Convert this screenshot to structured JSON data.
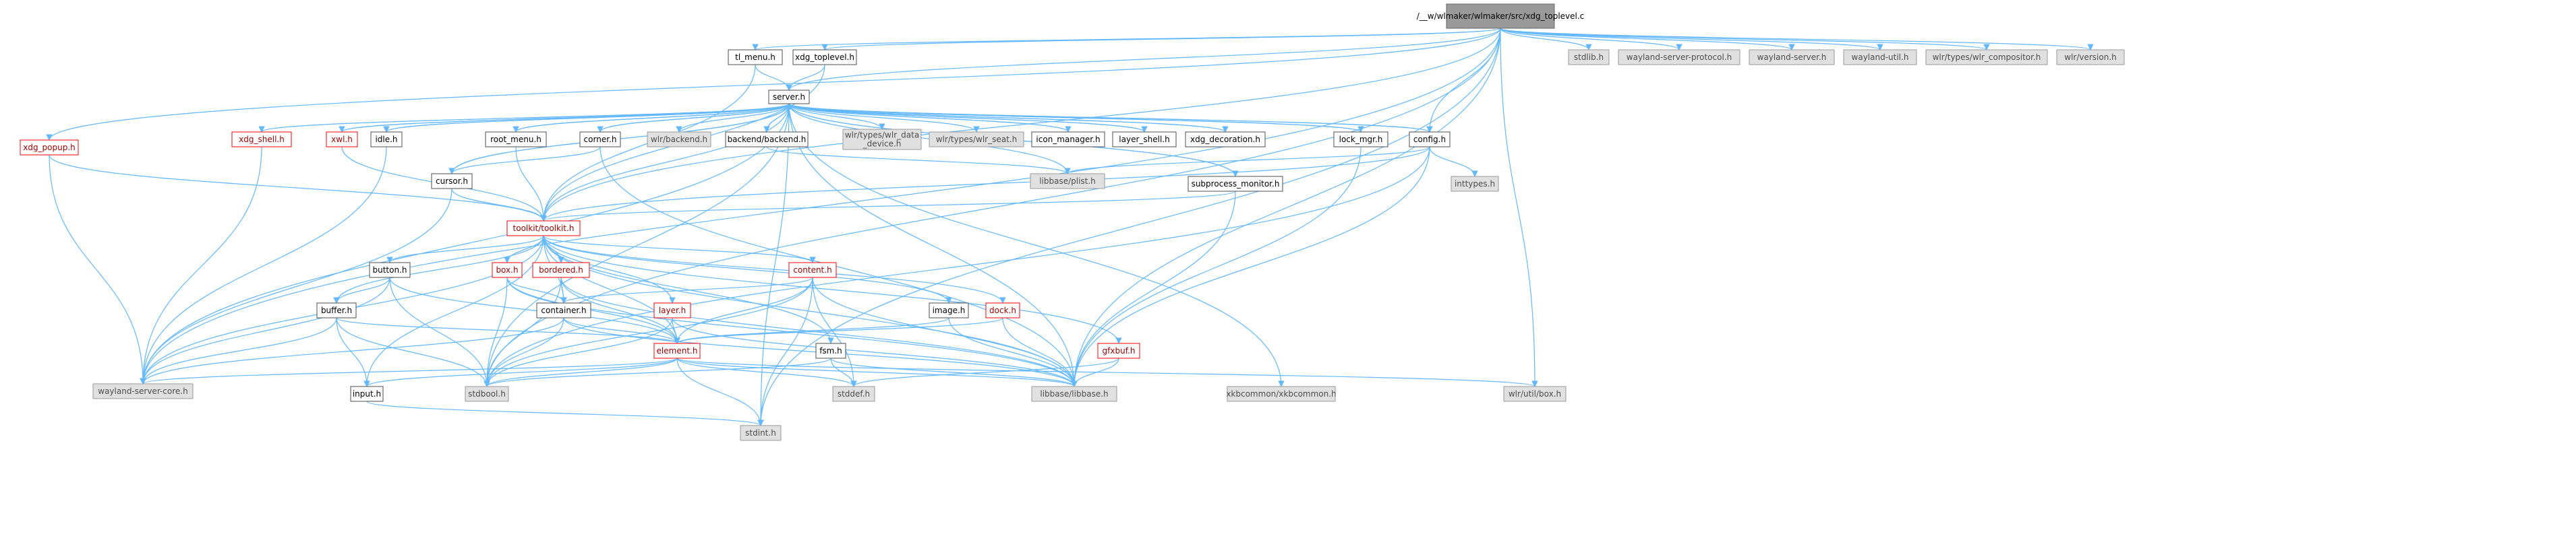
{
  "colors": {
    "edge": "#63b8ff",
    "node_border": "#4d4d4d",
    "external_fill": "#e0e0e0",
    "root_fill": "#999999",
    "red_border": "#ff0000"
  },
  "nodes": [
    {
      "id": "root",
      "label": "/__w/wlmaker/wlmaker/src/xdg_toplevel.c",
      "kind": "root"
    },
    {
      "id": "tl_menu",
      "label": "tl_menu.h",
      "kind": "normal"
    },
    {
      "id": "xdg_toplevel",
      "label": "xdg_toplevel.h",
      "kind": "normal"
    },
    {
      "id": "server",
      "label": "server.h",
      "kind": "normal"
    },
    {
      "id": "stdlib",
      "label": "stdlib.h",
      "kind": "ext"
    },
    {
      "id": "wl_server_protocol",
      "label": "wayland-server-protocol.h",
      "kind": "ext"
    },
    {
      "id": "wl_server",
      "label": "wayland-server.h",
      "kind": "ext"
    },
    {
      "id": "wl_util",
      "label": "wayland-util.h",
      "kind": "ext"
    },
    {
      "id": "wlr_compositor",
      "label": "wlr/types/wlr_compositor.h",
      "kind": "ext"
    },
    {
      "id": "wlr_version",
      "label": "wlr/version.h",
      "kind": "ext"
    },
    {
      "id": "xdg_popup",
      "label": "xdg_popup.h",
      "kind": "red"
    },
    {
      "id": "xdg_shell",
      "label": "xdg_shell.h",
      "kind": "red"
    },
    {
      "id": "xwl",
      "label": "xwl.h",
      "kind": "red"
    },
    {
      "id": "idle",
      "label": "idle.h",
      "kind": "normal"
    },
    {
      "id": "root_menu",
      "label": "root_menu.h",
      "kind": "normal"
    },
    {
      "id": "corner",
      "label": "corner.h",
      "kind": "normal"
    },
    {
      "id": "wlr_backend",
      "label": "wlr/backend.h",
      "kind": "ext"
    },
    {
      "id": "backend",
      "label": "backend/backend.h",
      "kind": "normal"
    },
    {
      "id": "wlr_data_device",
      "label": "wlr/types/wlr_data\n_device.h",
      "kind": "ext"
    },
    {
      "id": "wlr_seat",
      "label": "wlr/types/wlr_seat.h",
      "kind": "ext"
    },
    {
      "id": "icon_manager",
      "label": "icon_manager.h",
      "kind": "normal"
    },
    {
      "id": "layer_shell",
      "label": "layer_shell.h",
      "kind": "normal"
    },
    {
      "id": "xdg_decoration",
      "label": "xdg_decoration.h",
      "kind": "normal"
    },
    {
      "id": "lock_mgr",
      "label": "lock_mgr.h",
      "kind": "normal"
    },
    {
      "id": "config",
      "label": "config.h",
      "kind": "normal"
    },
    {
      "id": "cursor",
      "label": "cursor.h",
      "kind": "normal"
    },
    {
      "id": "plist",
      "label": "libbase/plist.h",
      "kind": "ext"
    },
    {
      "id": "subprocess",
      "label": "subprocess_monitor.h",
      "kind": "normal"
    },
    {
      "id": "inttypes",
      "label": "inttypes.h",
      "kind": "ext"
    },
    {
      "id": "toolkit",
      "label": "toolkit/toolkit.h",
      "kind": "red"
    },
    {
      "id": "button",
      "label": "button.h",
      "kind": "normal"
    },
    {
      "id": "box",
      "label": "box.h",
      "kind": "red"
    },
    {
      "id": "bordered",
      "label": "bordered.h",
      "kind": "red"
    },
    {
      "id": "content",
      "label": "content.h",
      "kind": "red"
    },
    {
      "id": "buffer",
      "label": "buffer.h",
      "kind": "normal"
    },
    {
      "id": "container",
      "label": "container.h",
      "kind": "normal"
    },
    {
      "id": "layer",
      "label": "layer.h",
      "kind": "red"
    },
    {
      "id": "image",
      "label": "image.h",
      "kind": "normal"
    },
    {
      "id": "dock",
      "label": "dock.h",
      "kind": "red"
    },
    {
      "id": "element",
      "label": "element.h",
      "kind": "red"
    },
    {
      "id": "fsm",
      "label": "fsm.h",
      "kind": "normal"
    },
    {
      "id": "gfxbuf",
      "label": "gfxbuf.h",
      "kind": "red"
    },
    {
      "id": "wl_server_core",
      "label": "wayland-server-core.h",
      "kind": "ext"
    },
    {
      "id": "input",
      "label": "input.h",
      "kind": "normal"
    },
    {
      "id": "stdbool",
      "label": "stdbool.h",
      "kind": "ext"
    },
    {
      "id": "stddef",
      "label": "stddef.h",
      "kind": "ext"
    },
    {
      "id": "libbase",
      "label": "libbase/libbase.h",
      "kind": "ext"
    },
    {
      "id": "xkbcommon",
      "label": "xkbcommon/xkbcommon.h",
      "kind": "ext"
    },
    {
      "id": "wlr_box",
      "label": "wlr/util/box.h",
      "kind": "ext"
    },
    {
      "id": "stdint",
      "label": "stdint.h",
      "kind": "ext"
    }
  ],
  "edges": [
    [
      "root",
      "tl_menu"
    ],
    [
      "root",
      "xdg_toplevel"
    ],
    [
      "root",
      "server"
    ],
    [
      "root",
      "stdlib"
    ],
    [
      "root",
      "wl_server_protocol"
    ],
    [
      "root",
      "wl_server"
    ],
    [
      "root",
      "wl_util"
    ],
    [
      "root",
      "wlr_compositor"
    ],
    [
      "root",
      "wlr_version"
    ],
    [
      "root",
      "xdg_popup"
    ],
    [
      "root",
      "toolkit"
    ],
    [
      "root",
      "wl_server_core"
    ],
    [
      "root",
      "stdbool"
    ],
    [
      "root",
      "config"
    ],
    [
      "root",
      "libbase"
    ],
    [
      "root",
      "wlr_box"
    ],
    [
      "root",
      "stdint"
    ],
    [
      "tl_menu",
      "server"
    ],
    [
      "tl_menu",
      "toolkit"
    ],
    [
      "xdg_toplevel",
      "server"
    ],
    [
      "xdg_toplevel",
      "toolkit"
    ],
    [
      "xdg_popup",
      "toolkit"
    ],
    [
      "xdg_popup",
      "wl_server_core"
    ],
    [
      "server",
      "xdg_shell"
    ],
    [
      "server",
      "xwl"
    ],
    [
      "server",
      "idle"
    ],
    [
      "server",
      "root_menu"
    ],
    [
      "server",
      "corner"
    ],
    [
      "server",
      "wlr_backend"
    ],
    [
      "server",
      "backend"
    ],
    [
      "server",
      "wlr_data_device"
    ],
    [
      "server",
      "wlr_seat"
    ],
    [
      "server",
      "icon_manager"
    ],
    [
      "server",
      "layer_shell"
    ],
    [
      "server",
      "xdg_decoration"
    ],
    [
      "server",
      "lock_mgr"
    ],
    [
      "server",
      "config"
    ],
    [
      "server",
      "cursor"
    ],
    [
      "server",
      "subprocess"
    ],
    [
      "server",
      "toolkit"
    ],
    [
      "server",
      "plist"
    ],
    [
      "server",
      "libbase"
    ],
    [
      "server",
      "wl_server_core"
    ],
    [
      "server",
      "stdbool"
    ],
    [
      "server",
      "stdint"
    ],
    [
      "server",
      "xkbcommon"
    ],
    [
      "xdg_shell",
      "server"
    ],
    [
      "xdg_shell",
      "wl_server_core"
    ],
    [
      "xwl",
      "server"
    ],
    [
      "xwl",
      "toolkit"
    ],
    [
      "idle",
      "server"
    ],
    [
      "idle",
      "wl_server_core"
    ],
    [
      "root_menu",
      "server"
    ],
    [
      "root_menu",
      "toolkit"
    ],
    [
      "corner",
      "server"
    ],
    [
      "corner",
      "cursor"
    ],
    [
      "corner",
      "libbase"
    ],
    [
      "backend",
      "server"
    ],
    [
      "backend",
      "plist"
    ],
    [
      "icon_manager",
      "server"
    ],
    [
      "layer_shell",
      "server"
    ],
    [
      "xdg_decoration",
      "server"
    ],
    [
      "lock_mgr",
      "server"
    ],
    [
      "lock_mgr",
      "libbase"
    ],
    [
      "config",
      "server"
    ],
    [
      "config",
      "toolkit"
    ],
    [
      "config",
      "plist"
    ],
    [
      "config",
      "inttypes"
    ],
    [
      "config",
      "libbase"
    ],
    [
      "config",
      "stdbool"
    ],
    [
      "cursor",
      "server"
    ],
    [
      "cursor",
      "toolkit"
    ],
    [
      "cursor",
      "wl_server_core"
    ],
    [
      "subprocess",
      "server"
    ],
    [
      "subprocess",
      "toolkit"
    ],
    [
      "subprocess",
      "libbase"
    ],
    [
      "toolkit",
      "button"
    ],
    [
      "toolkit",
      "box"
    ],
    [
      "toolkit",
      "bordered"
    ],
    [
      "toolkit",
      "content"
    ],
    [
      "toolkit",
      "buffer"
    ],
    [
      "toolkit",
      "container"
    ],
    [
      "toolkit",
      "layer"
    ],
    [
      "toolkit",
      "image"
    ],
    [
      "toolkit",
      "dock"
    ],
    [
      "toolkit",
      "element"
    ],
    [
      "toolkit",
      "fsm"
    ],
    [
      "toolkit",
      "gfxbuf"
    ],
    [
      "toolkit",
      "input"
    ],
    [
      "toolkit",
      "wl_server_core"
    ],
    [
      "toolkit",
      "libbase"
    ],
    [
      "button",
      "buffer"
    ],
    [
      "button",
      "element"
    ],
    [
      "button",
      "wl_server_core"
    ],
    [
      "button",
      "stdbool"
    ],
    [
      "box",
      "container"
    ],
    [
      "box",
      "element"
    ],
    [
      "box",
      "stdbool"
    ],
    [
      "box",
      "libbase"
    ],
    [
      "bordered",
      "container"
    ],
    [
      "bordered",
      "element"
    ],
    [
      "bordered",
      "stdbool"
    ],
    [
      "bordered",
      "libbase"
    ],
    [
      "content",
      "container"
    ],
    [
      "content",
      "element"
    ],
    [
      "content",
      "stdbool"
    ],
    [
      "content",
      "stddef"
    ],
    [
      "content",
      "stdint"
    ],
    [
      "content",
      "libbase"
    ],
    [
      "buffer",
      "element"
    ],
    [
      "buffer",
      "input"
    ],
    [
      "buffer",
      "wl_server_core"
    ],
    [
      "buffer",
      "stdbool"
    ],
    [
      "container",
      "element"
    ],
    [
      "container",
      "stdbool"
    ],
    [
      "container",
      "wl_server_core"
    ],
    [
      "container",
      "libbase"
    ],
    [
      "layer",
      "element"
    ],
    [
      "layer",
      "stdbool"
    ],
    [
      "layer",
      "libbase"
    ],
    [
      "image",
      "element"
    ],
    [
      "image",
      "libbase"
    ],
    [
      "dock",
      "element"
    ],
    [
      "dock",
      "libbase"
    ],
    [
      "element",
      "stdbool"
    ],
    [
      "element",
      "stddef"
    ],
    [
      "element",
      "stdint"
    ],
    [
      "element",
      "libbase"
    ],
    [
      "element",
      "wl_server_core"
    ],
    [
      "element",
      "input"
    ],
    [
      "element",
      "wlr_box"
    ],
    [
      "fsm",
      "stddef"
    ],
    [
      "fsm",
      "stdbool"
    ],
    [
      "fsm",
      "libbase"
    ],
    [
      "gfxbuf",
      "libbase"
    ],
    [
      "gfxbuf",
      "stddef"
    ],
    [
      "input",
      "stdint"
    ]
  ]
}
